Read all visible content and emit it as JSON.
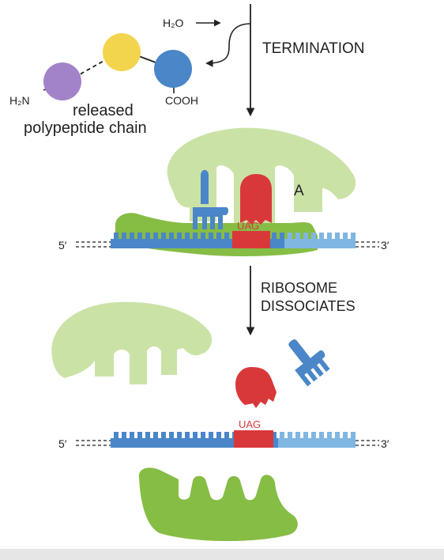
{
  "labels": {
    "water": "H₂O",
    "n_terminus": "H₂N",
    "c_terminus": "COOH",
    "released_line1": "released",
    "released_line2": "polypeptide chain",
    "step_termination": "TERMINATION",
    "site_a": "A",
    "stop_codon_top": "UAG",
    "stop_codon_bottom": "UAG",
    "five_prime_top": "5′",
    "three_prime_top": "3′",
    "five_prime_bottom": "5′",
    "three_prime_bottom": "3′",
    "step_dissociate_line1": "RIBOSOME",
    "step_dissociate_line2": "DISSOCIATES"
  },
  "colors": {
    "ribosome_large": "#cbe2a7",
    "ribosome_small": "#86bd45",
    "trna": "#4a86c8",
    "release_factor": "#d9383a",
    "mrna_dark": "#4a86c8",
    "mrna_light": "#7fb6e2",
    "stop_codon": "#d9383a",
    "aa_purple": "#a283c9",
    "aa_yellow": "#f3d54d",
    "aa_blue": "#4a86c8"
  }
}
